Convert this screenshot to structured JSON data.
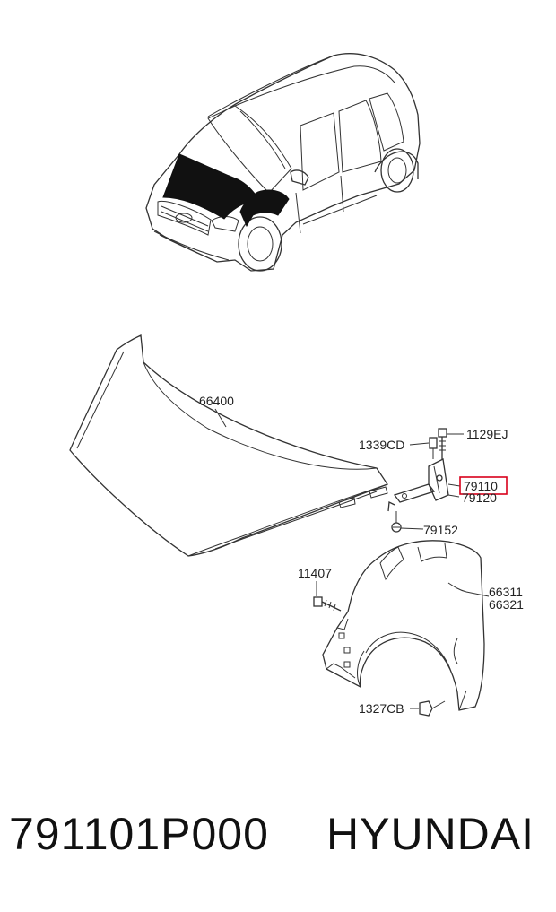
{
  "callouts": {
    "hood": "66400",
    "bolt_top": "1129EJ",
    "bolt_left": "1339CD",
    "hinge_highlighted": "79110",
    "hinge_second": "79120",
    "hinge_bolt": "79152",
    "fender_bolt": "11407",
    "fender_lh": "66311",
    "fender_rh": "66321",
    "fender_nut": "1327CB"
  },
  "footer": {
    "part_number": "791101P000",
    "brand": "HYUNDAI"
  },
  "colors": {
    "highlight_box": "#d9001b",
    "line": "#333333",
    "fill_dark": "#111111"
  }
}
